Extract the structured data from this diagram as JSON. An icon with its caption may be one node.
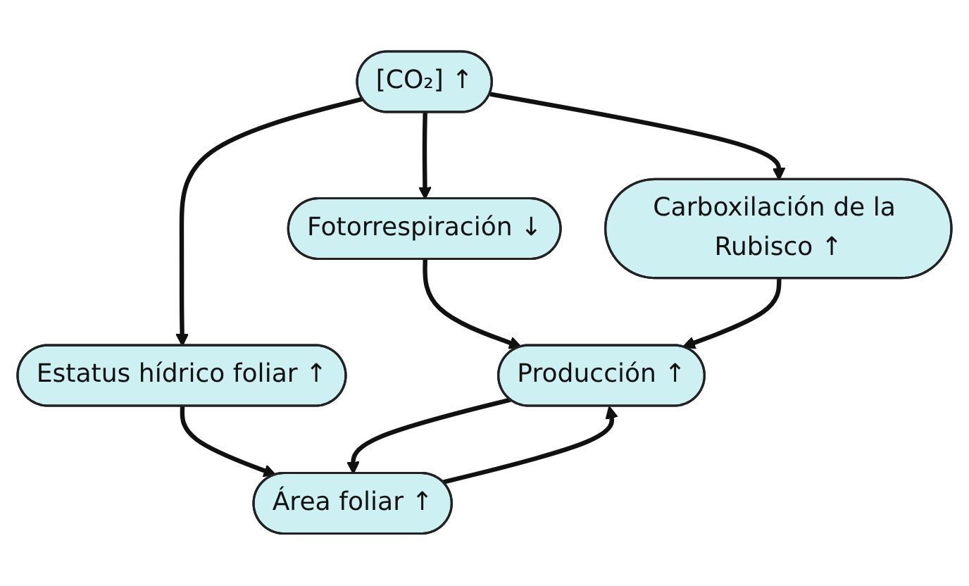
{
  "diagram": {
    "nodes": [
      {
        "text": [
          "[CO₂] ↑"
        ]
      },
      {
        "text": [
          "Fotorrespiración ↓"
        ]
      },
      {
        "text": [
          "Carboxilación de la Rubisco ↑"
        ]
      },
      {
        "text": [
          "Estatus hídrico foliar ↑"
        ]
      },
      {
        "text": [
          "Producción ↑"
        ]
      },
      {
        "text": [
          "Área foliar ↑"
        ]
      }
    ],
    "edges": [
      {
        "from": 0,
        "to": 1,
        "arrow": "to"
      },
      {
        "from": 0,
        "to": 2,
        "arrow": "to"
      },
      {
        "from": 0,
        "to": 3,
        "arrow": "to"
      },
      {
        "from": 1,
        "to": 4,
        "arrow": "to"
      },
      {
        "from": 2,
        "to": 4,
        "arrow": "to"
      },
      {
        "from": 3,
        "to": 5,
        "arrow": "to"
      },
      {
        "from": 4,
        "to": 5,
        "arrow": "to"
      },
      {
        "from": 5,
        "to": 4,
        "arrow": "to"
      }
    ]
  }
}
